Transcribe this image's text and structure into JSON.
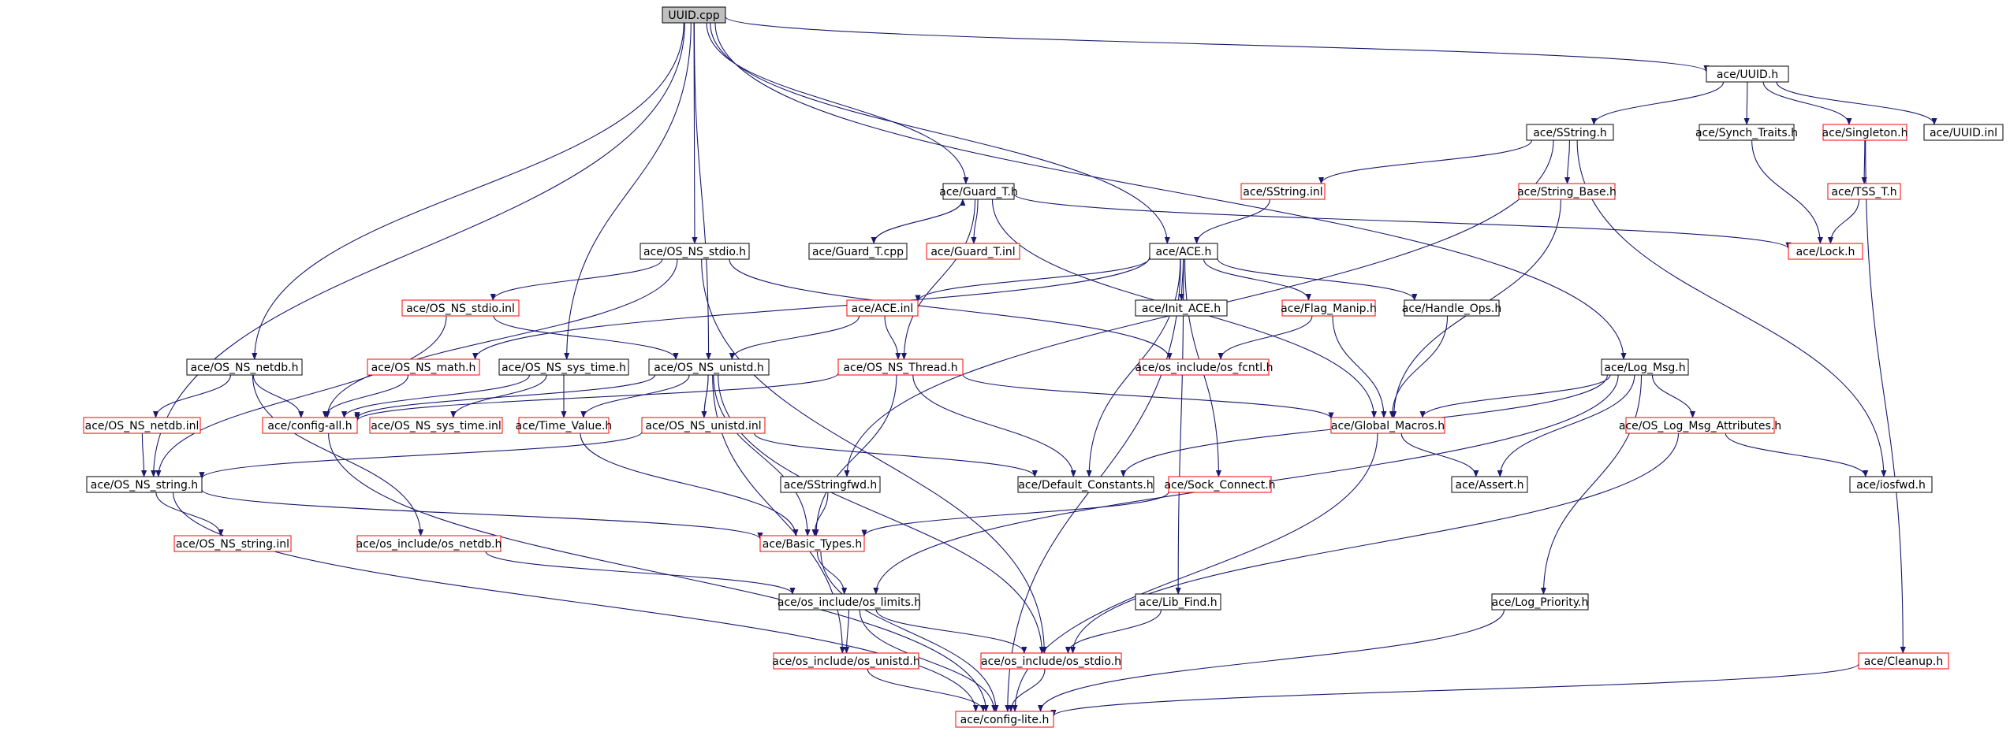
{
  "colors": {
    "edge": "#191970",
    "ref_border": "#ff0000",
    "plain_border": "#000000",
    "root_fill": "#bfbfbf"
  },
  "nodes": [
    {
      "id": "uuid_cpp",
      "label": "UUID.cpp",
      "kind": "root"
    },
    {
      "id": "ace_uuid_h",
      "label": "ace/UUID.h",
      "kind": "plain"
    },
    {
      "id": "sstring_h",
      "label": "ace/SString.h",
      "kind": "plain"
    },
    {
      "id": "synch_traits",
      "label": "ace/Synch_Traits.h",
      "kind": "plain"
    },
    {
      "id": "singleton",
      "label": "ace/Singleton.h",
      "kind": "ref"
    },
    {
      "id": "uuid_inl",
      "label": "ace/UUID.inl",
      "kind": "plain"
    },
    {
      "id": "guard_t_h",
      "label": "ace/Guard_T.h",
      "kind": "plain"
    },
    {
      "id": "sstring_inl",
      "label": "ace/SString.inl",
      "kind": "ref"
    },
    {
      "id": "string_base",
      "label": "ace/String_Base.h",
      "kind": "ref"
    },
    {
      "id": "tss_t",
      "label": "ace/TSS_T.h",
      "kind": "ref"
    },
    {
      "id": "os_ns_stdio_h",
      "label": "ace/OS_NS_stdio.h",
      "kind": "plain"
    },
    {
      "id": "guard_t_cpp",
      "label": "ace/Guard_T.cpp",
      "kind": "plain"
    },
    {
      "id": "guard_t_inl",
      "label": "ace/Guard_T.inl",
      "kind": "ref"
    },
    {
      "id": "ace_h",
      "label": "ace/ACE.h",
      "kind": "plain"
    },
    {
      "id": "lock_h",
      "label": "ace/Lock.h",
      "kind": "ref"
    },
    {
      "id": "os_ns_stdio_inl",
      "label": "ace/OS_NS_stdio.inl",
      "kind": "ref"
    },
    {
      "id": "ace_inl",
      "label": "ace/ACE.inl",
      "kind": "ref"
    },
    {
      "id": "init_ace",
      "label": "ace/Init_ACE.h",
      "kind": "plain"
    },
    {
      "id": "flag_manip",
      "label": "ace/Flag_Manip.h",
      "kind": "ref"
    },
    {
      "id": "handle_ops",
      "label": "ace/Handle_Ops.h",
      "kind": "plain"
    },
    {
      "id": "os_ns_netdb_h",
      "label": "ace/OS_NS_netdb.h",
      "kind": "plain"
    },
    {
      "id": "os_ns_math",
      "label": "ace/OS_NS_math.h",
      "kind": "ref"
    },
    {
      "id": "os_ns_sys_time_h",
      "label": "ace/OS_NS_sys_time.h",
      "kind": "plain"
    },
    {
      "id": "os_ns_unistd_h",
      "label": "ace/OS_NS_unistd.h",
      "kind": "plain"
    },
    {
      "id": "os_ns_thread",
      "label": "ace/OS_NS_Thread.h",
      "kind": "ref"
    },
    {
      "id": "os_fcntl",
      "label": "ace/os_include/os_fcntl.h",
      "kind": "ref"
    },
    {
      "id": "log_msg",
      "label": "ace/Log_Msg.h",
      "kind": "plain"
    },
    {
      "id": "os_ns_netdb_inl",
      "label": "ace/OS_NS_netdb.inl",
      "kind": "ref"
    },
    {
      "id": "config_all",
      "label": "ace/config-all.h",
      "kind": "ref"
    },
    {
      "id": "os_ns_sys_time_inl",
      "label": "ace/OS_NS_sys_time.inl",
      "kind": "ref"
    },
    {
      "id": "time_value",
      "label": "ace/Time_Value.h",
      "kind": "ref"
    },
    {
      "id": "os_ns_unistd_inl",
      "label": "ace/OS_NS_unistd.inl",
      "kind": "ref"
    },
    {
      "id": "global_macros",
      "label": "ace/Global_Macros.h",
      "kind": "ref"
    },
    {
      "id": "os_log_msg_attr",
      "label": "ace/OS_Log_Msg_Attributes.h",
      "kind": "ref"
    },
    {
      "id": "os_ns_string_h",
      "label": "ace/OS_NS_string.h",
      "kind": "plain"
    },
    {
      "id": "sstringfwd",
      "label": "ace/SStringfwd.h",
      "kind": "plain"
    },
    {
      "id": "default_constants",
      "label": "ace/Default_Constants.h",
      "kind": "plain"
    },
    {
      "id": "sock_connect",
      "label": "ace/Sock_Connect.h",
      "kind": "ref"
    },
    {
      "id": "assert_h",
      "label": "ace/Assert.h",
      "kind": "plain"
    },
    {
      "id": "iosfwd",
      "label": "ace/iosfwd.h",
      "kind": "plain"
    },
    {
      "id": "os_ns_string_inl",
      "label": "ace/OS_NS_string.inl",
      "kind": "ref"
    },
    {
      "id": "os_netdb",
      "label": "ace/os_include/os_netdb.h",
      "kind": "ref"
    },
    {
      "id": "basic_types",
      "label": "ace/Basic_Types.h",
      "kind": "ref"
    },
    {
      "id": "os_limits",
      "label": "ace/os_include/os_limits.h",
      "kind": "plain"
    },
    {
      "id": "lib_find",
      "label": "ace/Lib_Find.h",
      "kind": "plain"
    },
    {
      "id": "log_priority",
      "label": "ace/Log_Priority.h",
      "kind": "plain"
    },
    {
      "id": "os_unistd",
      "label": "ace/os_include/os_unistd.h",
      "kind": "ref"
    },
    {
      "id": "os_stdio",
      "label": "ace/os_include/os_stdio.h",
      "kind": "ref"
    },
    {
      "id": "cleanup",
      "label": "ace/Cleanup.h",
      "kind": "ref"
    },
    {
      "id": "config_lite",
      "label": "ace/config-lite.h",
      "kind": "ref"
    }
  ],
  "edges": [
    [
      "uuid_cpp",
      "ace_uuid_h"
    ],
    [
      "uuid_cpp",
      "guard_t_h"
    ],
    [
      "uuid_cpp",
      "os_ns_stdio_h"
    ],
    [
      "uuid_cpp",
      "ace_h"
    ],
    [
      "uuid_cpp",
      "os_ns_netdb_h"
    ],
    [
      "uuid_cpp",
      "os_ns_sys_time_h"
    ],
    [
      "uuid_cpp",
      "os_ns_unistd_h"
    ],
    [
      "uuid_cpp",
      "log_msg"
    ],
    [
      "uuid_cpp",
      "os_ns_string_h"
    ],
    [
      "ace_uuid_h",
      "sstring_h"
    ],
    [
      "ace_uuid_h",
      "synch_traits"
    ],
    [
      "ace_uuid_h",
      "singleton"
    ],
    [
      "ace_uuid_h",
      "uuid_inl"
    ],
    [
      "sstring_h",
      "sstring_inl"
    ],
    [
      "sstring_h",
      "string_base"
    ],
    [
      "sstring_h",
      "sstringfwd"
    ],
    [
      "sstring_h",
      "iosfwd"
    ],
    [
      "synch_traits",
      "lock_h"
    ],
    [
      "singleton",
      "tss_t"
    ],
    [
      "singleton",
      "cleanup"
    ],
    [
      "tss_t",
      "lock_h"
    ],
    [
      "sstring_inl",
      "ace_h"
    ],
    [
      "string_base",
      "global_macros"
    ],
    [
      "guard_t_h",
      "guard_t_cpp"
    ],
    [
      "guard_t_h",
      "guard_t_inl"
    ],
    [
      "guard_t_h",
      "lock_h"
    ],
    [
      "guard_t_h",
      "os_ns_thread"
    ],
    [
      "guard_t_h",
      "global_macros"
    ],
    [
      "guard_t_cpp",
      "guard_t_h"
    ],
    [
      "os_ns_stdio_h",
      "os_ns_stdio_inl"
    ],
    [
      "os_ns_stdio_h",
      "config_all"
    ],
    [
      "os_ns_stdio_h",
      "os_stdio"
    ],
    [
      "os_ns_stdio_h",
      "os_fcntl"
    ],
    [
      "os_ns_stdio_inl",
      "os_ns_unistd_h"
    ],
    [
      "os_ns_stdio_inl",
      "os_ns_string_h"
    ],
    [
      "ace_h",
      "ace_inl"
    ],
    [
      "ace_h",
      "init_ace"
    ],
    [
      "ace_h",
      "flag_manip"
    ],
    [
      "ace_h",
      "handle_ops"
    ],
    [
      "ace_h",
      "os_ns_math"
    ],
    [
      "ace_h",
      "default_constants"
    ],
    [
      "ace_h",
      "sock_connect"
    ],
    [
      "ace_h",
      "lib_find"
    ],
    [
      "ace_h",
      "config_lite"
    ],
    [
      "ace_inl",
      "os_ns_unistd_h"
    ],
    [
      "ace_inl",
      "os_ns_thread"
    ],
    [
      "flag_manip",
      "os_fcntl"
    ],
    [
      "flag_manip",
      "global_macros"
    ],
    [
      "handle_ops",
      "global_macros"
    ],
    [
      "os_ns_netdb_h",
      "os_ns_netdb_inl"
    ],
    [
      "os_ns_netdb_h",
      "config_all"
    ],
    [
      "os_ns_netdb_h",
      "os_netdb"
    ],
    [
      "os_ns_netdb_inl",
      "os_ns_string_h"
    ],
    [
      "os_ns_math",
      "config_all"
    ],
    [
      "os_ns_sys_time_h",
      "config_all"
    ],
    [
      "os_ns_sys_time_h",
      "os_ns_sys_time_inl"
    ],
    [
      "os_ns_sys_time_h",
      "time_value"
    ],
    [
      "os_ns_unistd_h",
      "config_all"
    ],
    [
      "os_ns_unistd_h",
      "time_value"
    ],
    [
      "os_ns_unistd_h",
      "os_ns_unistd_inl"
    ],
    [
      "os_ns_unistd_h",
      "basic_types"
    ],
    [
      "os_ns_unistd_h",
      "os_unistd"
    ],
    [
      "os_ns_unistd_h",
      "os_stdio"
    ],
    [
      "os_ns_unistd_inl",
      "os_ns_string_h"
    ],
    [
      "os_ns_unistd_inl",
      "default_constants"
    ],
    [
      "os_ns_thread",
      "config_all"
    ],
    [
      "os_ns_thread",
      "global_macros"
    ],
    [
      "os_ns_thread",
      "default_constants"
    ],
    [
      "os_ns_thread",
      "basic_types"
    ],
    [
      "time_value",
      "basic_types"
    ],
    [
      "config_all",
      "config_lite"
    ],
    [
      "log_msg",
      "global_macros"
    ],
    [
      "log_msg",
      "os_log_msg_attr"
    ],
    [
      "log_msg",
      "default_constants"
    ],
    [
      "log_msg",
      "assert_h"
    ],
    [
      "log_msg",
      "os_limits"
    ],
    [
      "log_msg",
      "log_priority"
    ],
    [
      "global_macros",
      "assert_h"
    ],
    [
      "global_macros",
      "config_lite"
    ],
    [
      "os_log_msg_attr",
      "iosfwd"
    ],
    [
      "os_log_msg_attr",
      "os_stdio"
    ],
    [
      "os_ns_string_h",
      "os_ns_string_inl"
    ],
    [
      "os_ns_string_h",
      "basic_types"
    ],
    [
      "os_ns_string_h",
      "config_lite"
    ],
    [
      "sstringfwd",
      "basic_types"
    ],
    [
      "sock_connect",
      "basic_types"
    ],
    [
      "os_netdb",
      "os_limits"
    ],
    [
      "basic_types",
      "os_limits"
    ],
    [
      "basic_types",
      "config_lite"
    ],
    [
      "os_limits",
      "os_unistd"
    ],
    [
      "os_limits",
      "os_stdio"
    ],
    [
      "os_limits",
      "config_lite"
    ],
    [
      "lib_find",
      "os_stdio"
    ],
    [
      "log_priority",
      "config_lite"
    ],
    [
      "os_unistd",
      "config_lite"
    ],
    [
      "os_stdio",
      "config_lite"
    ],
    [
      "cleanup",
      "config_lite"
    ]
  ]
}
